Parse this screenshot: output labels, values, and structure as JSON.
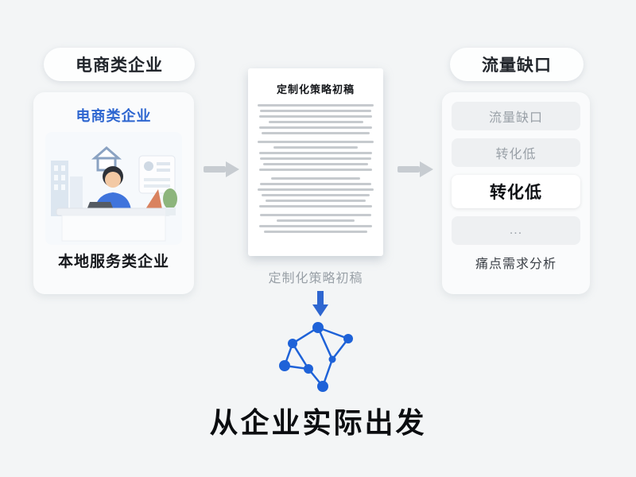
{
  "left": {
    "badge": "电商类企业",
    "card_title": "电商类企业",
    "card_caption": "本地服务类企业"
  },
  "center": {
    "doc_title": "定制化策略初稿",
    "caption": "定制化策略初稿"
  },
  "right": {
    "badge": "流量缺口",
    "items": [
      {
        "label": "流量缺口",
        "style": "muted"
      },
      {
        "label": "转化低",
        "style": "muted"
      },
      {
        "label": "转化低",
        "style": "highlight"
      },
      {
        "label": "...",
        "style": "muted"
      }
    ],
    "caption": "痛点需求分析"
  },
  "bottom": {
    "title": "从企业实际出发"
  },
  "colors": {
    "accent": "#2e66d0",
    "arrow": "#c7ccd1",
    "network": "#1e62d8"
  }
}
